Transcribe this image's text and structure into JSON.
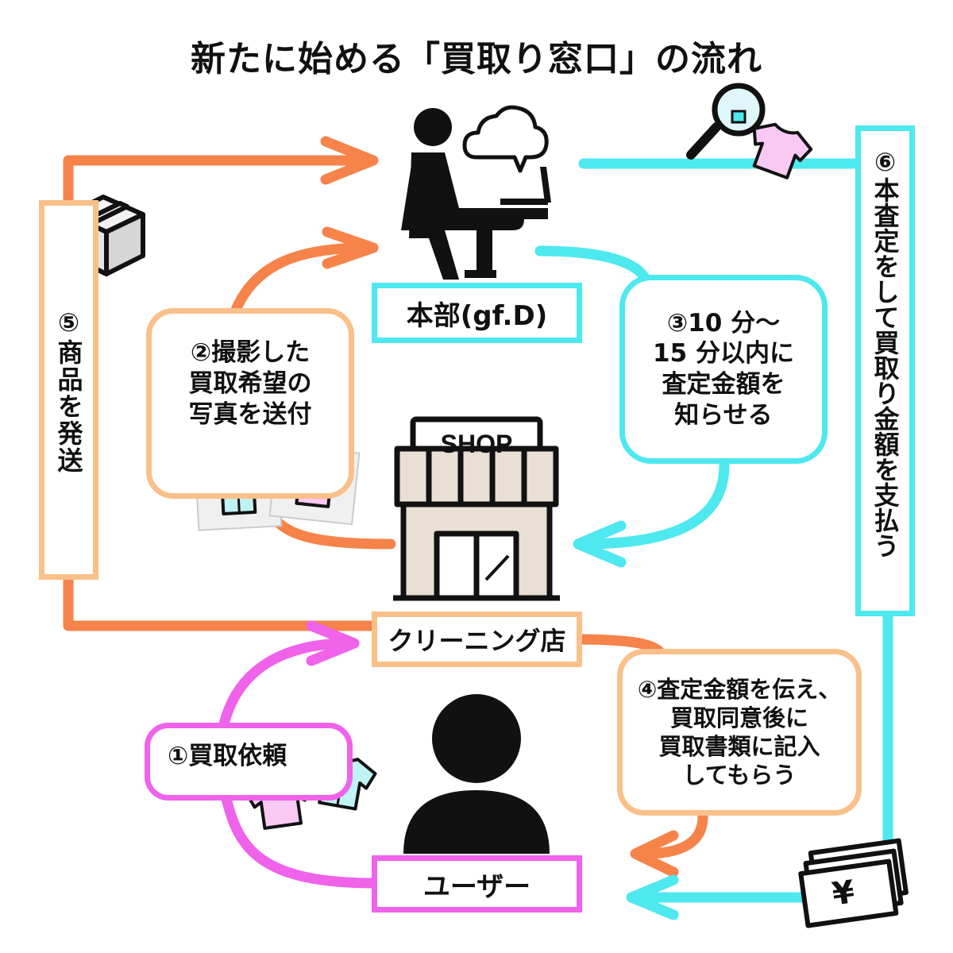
{
  "title": "新たに始める「買取り窓口」の流れ",
  "nodes": {
    "hq": "本部(gf.D)",
    "shop": "クリーニング店",
    "user": "ユーザー",
    "shop_sign": "SHOP"
  },
  "steps": {
    "s1": [
      "①買取依頼"
    ],
    "s2": [
      "②撮影した",
      "買取希望の",
      "写真を送付"
    ],
    "s3": [
      "③10 分〜",
      "15 分以内に",
      "査定金額を",
      "知らせる"
    ],
    "s4": [
      "④査定金額を伝え、",
      "買取同意後に",
      "買取書類に記入",
      "してもらう"
    ],
    "s5": "⑤商品を発送",
    "s6": "⑥本査定をして買取り金額を支払う"
  },
  "money_symbol": "¥",
  "colors": {
    "orange": "#f5834a",
    "light_orange": "#f9c08a",
    "cyan": "#4ee8ef",
    "magenta": "#ef62ea",
    "shop_wall": "#eadfd3",
    "shirt_pink": "#f9c9f3",
    "shirt_cyan": "#bff2f2",
    "box_gray": "#e5e5e5"
  }
}
